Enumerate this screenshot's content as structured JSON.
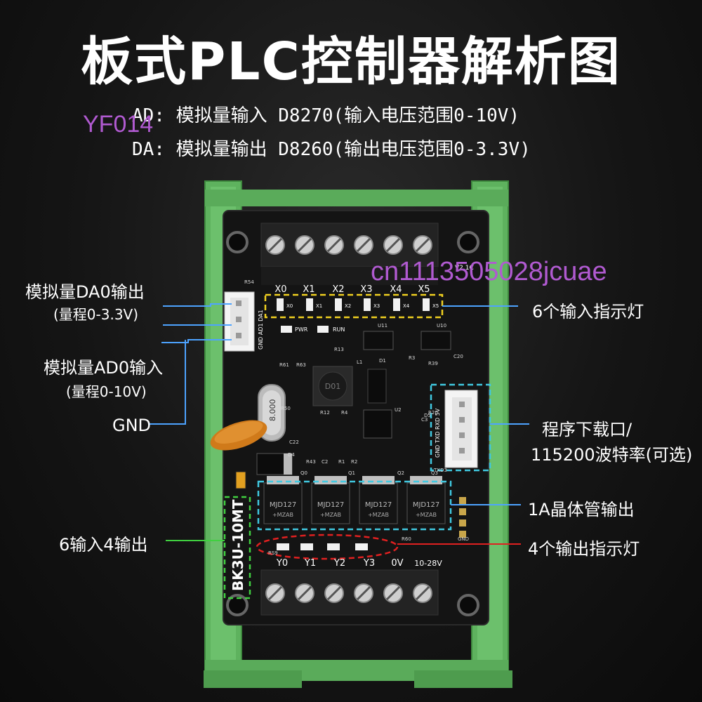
{
  "title": "板式PLC控制器解析图",
  "specs": {
    "ad": "AD: 模拟量输入 D8270(输入电压范围0-10V)",
    "da": "DA: 模拟量输出 D8260(输出电压范围0-3.3V)"
  },
  "watermarks": {
    "shop": "YF014",
    "store": "cn1113505028jcuae"
  },
  "labels": {
    "dao_title": "模拟量DA0输出",
    "dao_range": "(量程0-3.3V)",
    "ado_title": "模拟量AD0输入",
    "ado_range": "(量程0-10V)",
    "gnd": "GND",
    "io_count": "6输入4输出",
    "input_leds": "6个输入指示灯",
    "download_port": "程序下载口/",
    "baud_rate": "115200波特率(可选)",
    "transistor_out": "1A晶体管输出",
    "output_leds": "4个输出指示灯"
  },
  "board": {
    "model": "BK3U-10MT",
    "version": "V2.1C",
    "input_terminals": [
      "X0",
      "X1",
      "X2",
      "X3",
      "X4",
      "X5"
    ],
    "input_led_marks": [
      "X0",
      "X1",
      "X2",
      "X3",
      "X4",
      "X5"
    ],
    "output_terminals": [
      "Y0",
      "Y1",
      "Y2",
      "Y3",
      "0V",
      "10-28V"
    ],
    "transistors": [
      "MJD127",
      "MJD127",
      "MJD127",
      "MJD127"
    ],
    "transistor_code": "+MZAB",
    "crystal": "8.000",
    "inductor": "D01",
    "pwr": "PWR",
    "run": "RUN",
    "analog_connector": "GND AD1 DA1",
    "download_connector": "GND TXD RXD 5V",
    "ref_parts": [
      "R54",
      "R13",
      "R61",
      "R63",
      "L1",
      "D1",
      "R3",
      "C20",
      "U11",
      "U10",
      "C22",
      "R12",
      "R4",
      "U2",
      "R50",
      "R43",
      "C2",
      "R1",
      "R2",
      "Q0",
      "Q1",
      "Q2",
      "Q3",
      "D4",
      "R39",
      "R20",
      "C3",
      "D5",
      "TXD3",
      "GND",
      "R60",
      "RS9"
    ]
  },
  "colors": {
    "background": "#151515",
    "rail_green": "#5eb25e",
    "pcb": "#141414",
    "terminal": "#222222",
    "label_line": "#4da3ff",
    "input_box": "#f0d020",
    "download_box": "#40c8e0",
    "model_box": "#40d040",
    "output_box": "#e02020",
    "watermark": "#b05ad0"
  }
}
